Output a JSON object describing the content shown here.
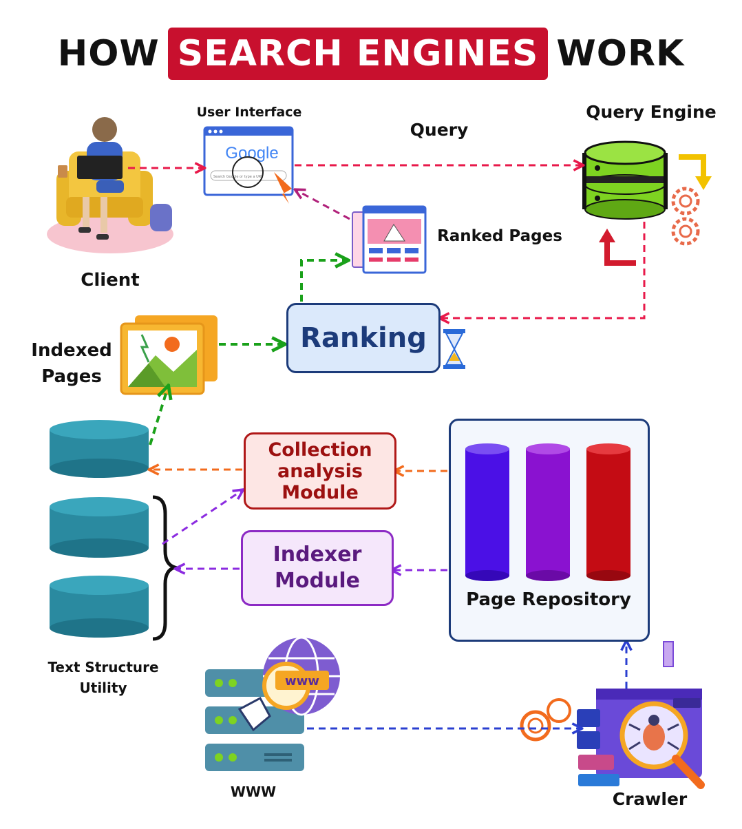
{
  "title": {
    "prefix": "HOW",
    "highlight": "SEARCH ENGINES",
    "suffix": "WORK"
  },
  "labels": {
    "client": "Client",
    "user_interface": "User Interface",
    "query": "Query",
    "query_engine": "Query Engine",
    "ranked_pages": "Ranked Pages",
    "ranking": "Ranking",
    "indexed_pages_line1": "Indexed",
    "indexed_pages_line2": "Pages",
    "collection_line1": "Collection",
    "collection_line2": "analysis",
    "collection_line3": "Module",
    "indexer_line1": "Indexer",
    "indexer_line2": "Module",
    "page_repository": "Page Repository",
    "text_structure_line1": "Text Structure",
    "text_structure_line2": "Utility",
    "www": "WWW",
    "crawler": "Crawler",
    "google_logo": "Google",
    "search_placeholder": "Search Google or type a URL",
    "www_badge": "www"
  },
  "colors": {
    "title_highlight": "#c8102e",
    "query_arrow": "#e8194a",
    "ranking_arrow": "#1aa11a",
    "collection_arrow": "#f26b1d",
    "indexer_arrow": "#8b2be0",
    "crawler_arrow": "#2a3fd0",
    "database_teal": "#2a8aa0",
    "repo_bar_1": "#4b10e6",
    "repo_bar_2": "#8a12d0",
    "repo_bar_3": "#c40c14",
    "query_engine_green": "#7ed321"
  },
  "icons": [
    "client-person-icon",
    "browser-window-icon",
    "cursor-icon",
    "database-stack-icon",
    "gear-icon",
    "loop-arrow-icon",
    "ranked-pages-icon",
    "hourglass-icon",
    "image-pages-icon",
    "database-cylinder-icon",
    "brace-icon",
    "server-rack-icon",
    "globe-www-icon",
    "crawler-spider-icon"
  ]
}
